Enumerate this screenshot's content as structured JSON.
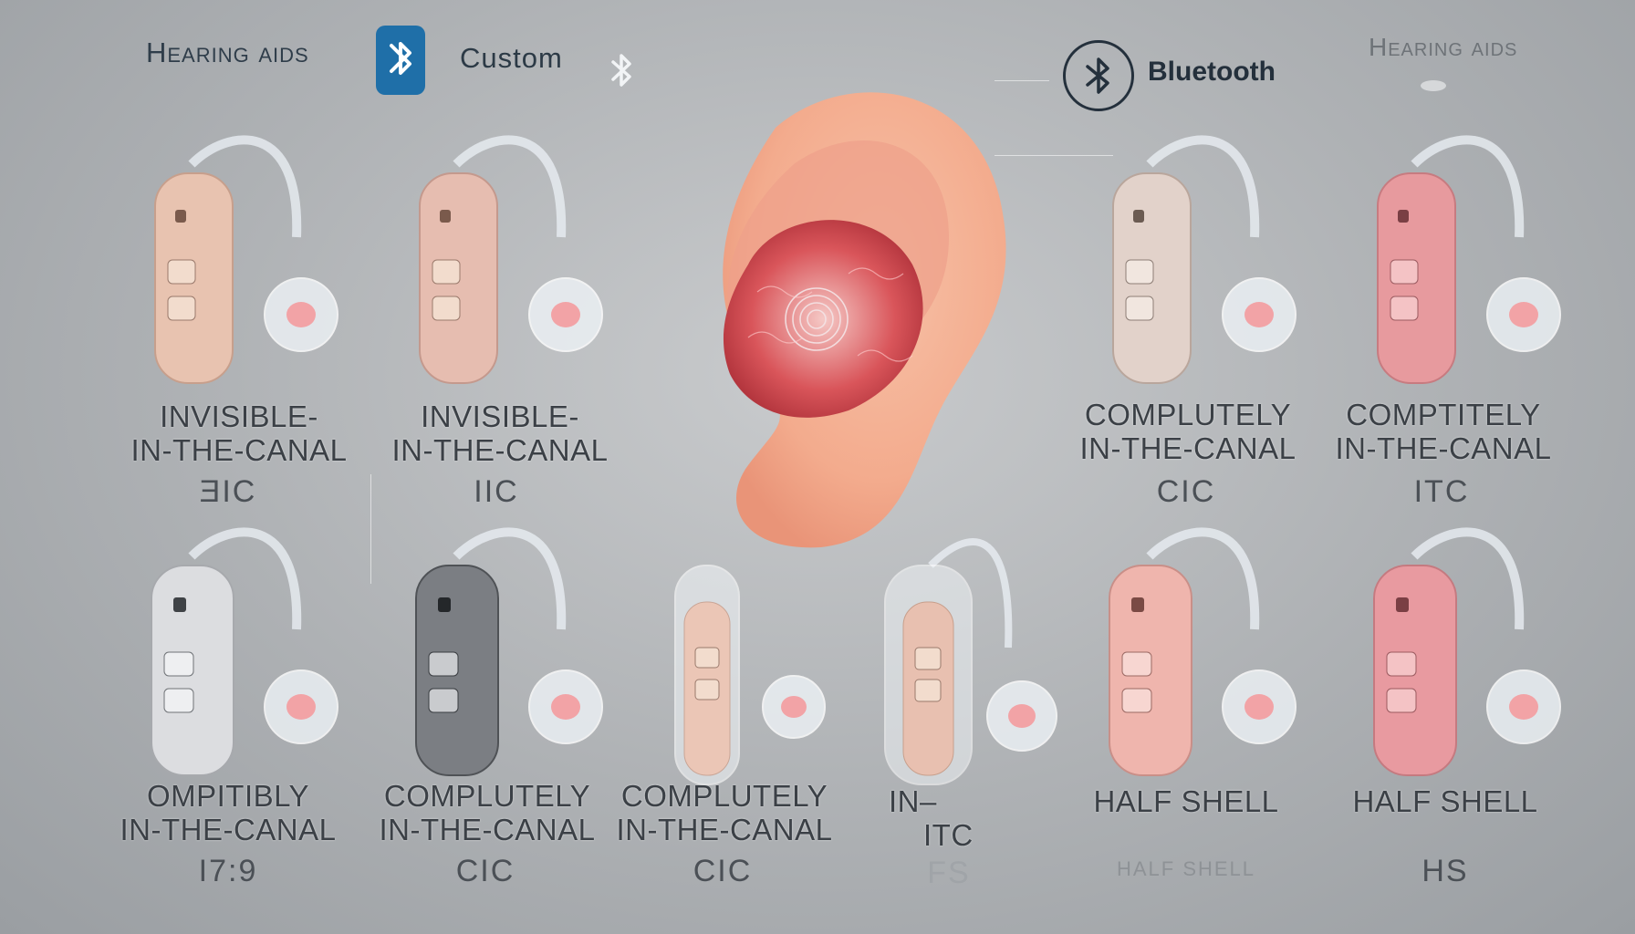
{
  "header": {
    "left_title": "Hearing aids",
    "custom_label": "Custom",
    "bluetooth_label": "Bluetooth",
    "right_title": "Hearing aids",
    "icons": [
      "bluetooth-badge-icon",
      "bluetooth-small-icon",
      "bluetooth-circle-icon"
    ]
  },
  "colors": {
    "background": "#aeb1b4",
    "bluetooth_blue": "#1f6fa8",
    "skin": "#f4b49a",
    "beige": "#e8c3b0",
    "pink": "#e79a9e",
    "silver": "#d9dadd",
    "graphite": "#6b6e73"
  },
  "top_row": [
    {
      "name_lines": [
        "INVISIBLE-",
        "IN-THE-CANAL"
      ],
      "abbr": "ƎIC"
    },
    {
      "name_lines": [
        "INVISIBLE-",
        "IN-THE-CANAL"
      ],
      "abbr": "IIC"
    },
    {
      "name_lines": [
        "COMPLUTELY",
        "IN-THE-CANAL"
      ],
      "abbr": "CIC"
    },
    {
      "name_lines": [
        "COMPTITELY",
        "IN-THE-CANAL"
      ],
      "abbr": "ITC"
    }
  ],
  "bottom_row": [
    {
      "name_lines": [
        "OMPITIBLY",
        "IN-THE-CANAL"
      ],
      "abbr": "I7:9"
    },
    {
      "name_lines": [
        "COMPLUTELY",
        "IN-THE-CANAL"
      ],
      "abbr": "CIC"
    },
    {
      "name_lines": [
        "COMPLUTELY",
        "IN-THE-CANAL"
      ],
      "abbr": "CIC"
    },
    {
      "name_lines": [
        "IN–",
        "ITC"
      ],
      "abbr": "FS"
    },
    {
      "name_lines": [
        "HALF SHELL"
      ],
      "abbr": "HALF SHELL"
    },
    {
      "name_lines": [
        "HALF SHELL"
      ],
      "abbr": "HS"
    }
  ]
}
